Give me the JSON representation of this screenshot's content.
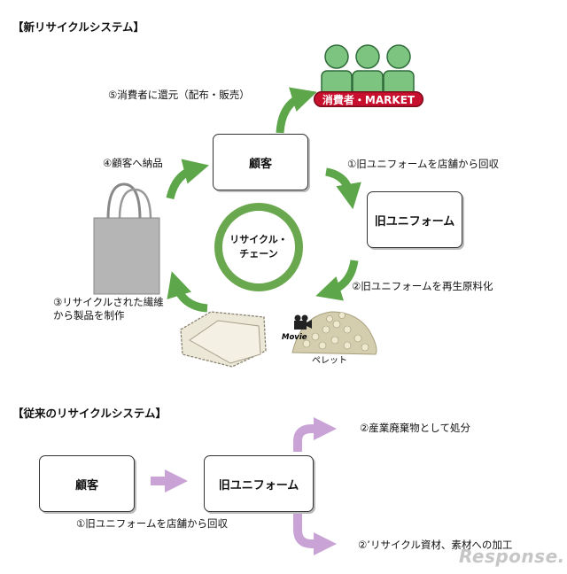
{
  "new_system": {
    "title": "【新リサイクルシステム】",
    "market_label": "消費者・MARKET",
    "customer_box": "顧客",
    "uniform_box": "旧ユニフォーム",
    "cycle_label_line1": "リサイクル・",
    "cycle_label_line2": "チェーン",
    "step1": "①旧ユニフォームを店舗から回収",
    "step2": "②旧ユニフォームを再生原料化",
    "step3_line1": "③リサイクルされた繊維",
    "step3_line2": "から製品を制作",
    "step4": "④顧客へ納品",
    "step5": "⑤消費者に還元（配布・販売）",
    "pellet_label": "ペレット",
    "movie_label": "Movie"
  },
  "old_system": {
    "title": "【従来のリサイクルシステム】",
    "customer_box": "顧客",
    "uniform_box": "旧ユニフォーム",
    "step1": "①旧ユニフォームを店舗から回収",
    "step2": "②産業廃棄物として処分",
    "step2_alt": "②’リサイクル資材、素材への加工"
  },
  "watermark": "Response.",
  "colors": {
    "green_arrow": "#5da64a",
    "purple_arrow": "#c9a3d6",
    "ring": "#6aa84f",
    "market_red": "#c8102e",
    "people_green": "#7cc47f"
  }
}
